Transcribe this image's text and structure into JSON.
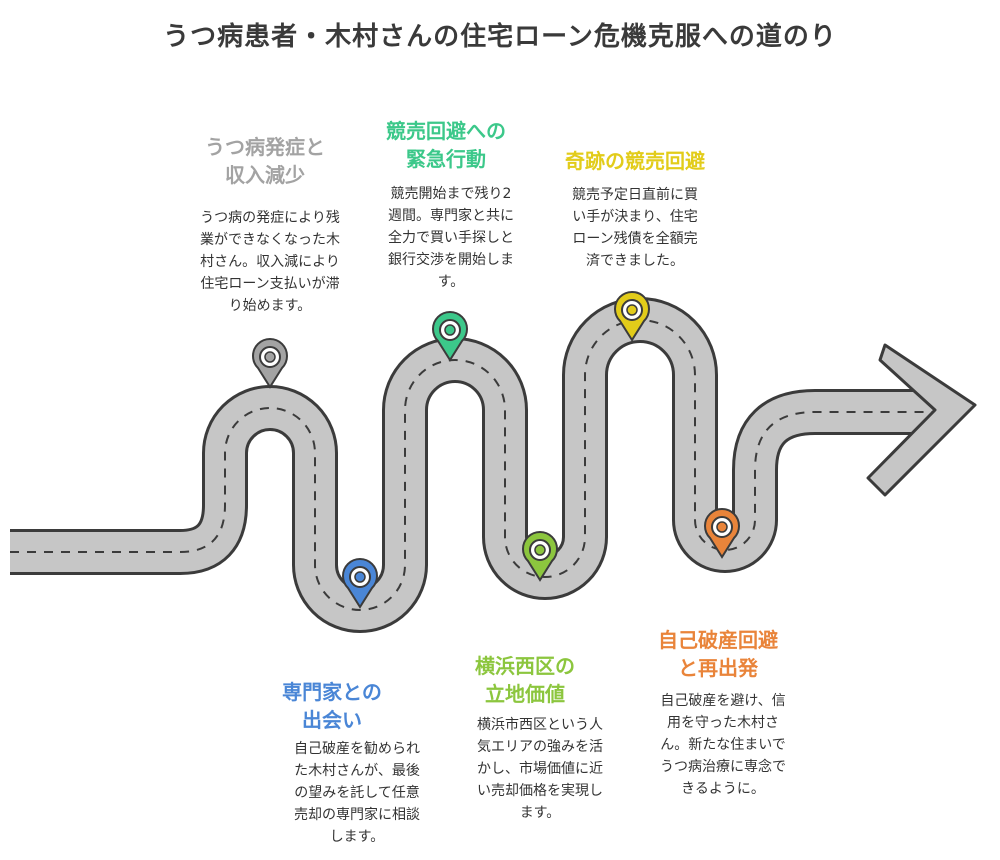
{
  "title": "うつ病患者・木村さんの住宅ローン危機克服への道のり",
  "colors": {
    "road": "#c6c6c6",
    "road_edge": "#3b3b3b",
    "gray": "#a3a3a3",
    "blue": "#4a86d6",
    "green": "#3cc88a",
    "lime": "#8cc63e",
    "yellow": "#e2cc1a",
    "orange": "#e9843a"
  },
  "stages": [
    {
      "title_lines": [
        "うつ病発症と",
        "収入減少"
      ],
      "desc_lines": [
        "うつ病の発症により残",
        "業ができなくなった木",
        "村さん。収入減により",
        "住宅ローン支払いが滞",
        "り始めます。"
      ],
      "color": "#a3a3a3"
    },
    {
      "title_lines": [
        "専門家との",
        "出会い"
      ],
      "desc_lines": [
        "自己破産を勧められ",
        "た木村さんが、最後",
        "の望みを託して任意",
        "売却の専門家に相談",
        "します。"
      ],
      "color": "#4a86d6"
    },
    {
      "title_lines": [
        "競売回避への",
        "緊急行動"
      ],
      "desc_lines": [
        "競売開始まで残り2",
        "週間。専門家と共に",
        "全力で買い手探しと",
        "銀行交渉を開始しま",
        "す。"
      ],
      "color": "#3cc88a"
    },
    {
      "title_lines": [
        "横浜西区の",
        "立地価値"
      ],
      "desc_lines": [
        "横浜市西区という人",
        "気エリアの強みを活",
        "かし、市場価値に近",
        "い売却価格を実現し",
        "ます。"
      ],
      "color": "#8cc63e"
    },
    {
      "title_lines": [
        "奇跡の競売回避"
      ],
      "desc_lines": [
        "競売予定日直前に買",
        "い手が決まり、住宅",
        "ローン残債を全額完",
        "済できました。"
      ],
      "color": "#e2cc1a"
    },
    {
      "title_lines": [
        "自己破産回避",
        "と再出発"
      ],
      "desc_lines": [
        "自己破産を避け、信",
        "用を守った木村さ",
        "ん。新たな住まいで",
        "うつ病治療に専念で",
        "きるように。"
      ],
      "color": "#e9843a"
    }
  ]
}
